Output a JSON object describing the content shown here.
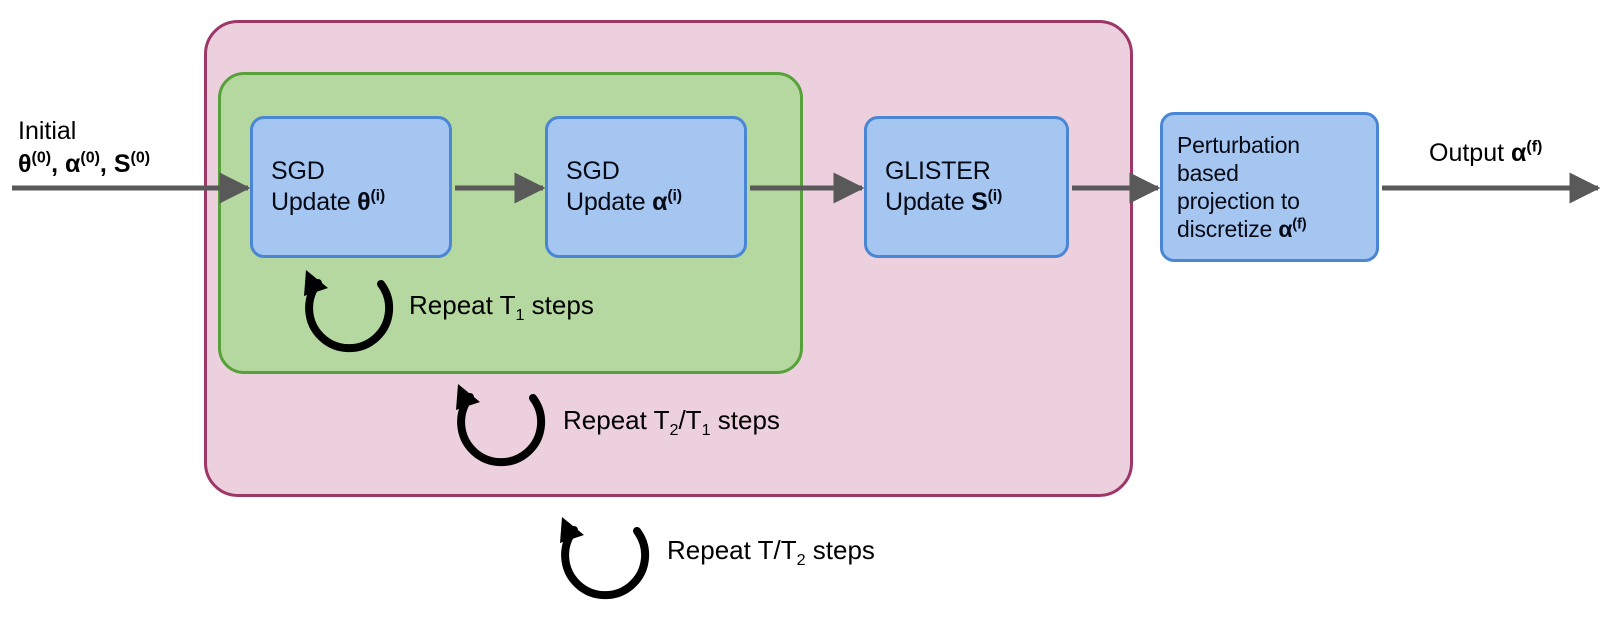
{
  "diagram": {
    "title": "GLISTER training loop diagram",
    "colors": {
      "outer_container_fill": "#edd0de",
      "outer_container_border": "#9c3768",
      "inner_container_fill": "#b4d8a0",
      "inner_container_border": "#57a13b",
      "process_box_fill": "#a6c6f2",
      "process_box_border": "#4a86d4",
      "arrow": "#595959",
      "text": "#000000"
    },
    "input": {
      "line1": "Initial",
      "line2_parts": [
        {
          "sym": "θ",
          "sup": "(0)"
        },
        {
          "sym": "α",
          "sup": "(0)"
        },
        {
          "sym": "S",
          "sup": "(0)"
        }
      ],
      "line2_plain": "θ(0), α(0), S(0)"
    },
    "output": {
      "label": "Output",
      "symbol": "α",
      "superscript": "(f)",
      "plain": "Output α(f)"
    },
    "boxes": [
      {
        "id": "sgd-theta",
        "line1": "SGD",
        "line2_prefix": "Update ",
        "line2_symbol": "θ",
        "line2_superscript": "(i)",
        "plain": "SGD Update θ(i)"
      },
      {
        "id": "sgd-alpha",
        "line1": "SGD",
        "line2_prefix": "Update ",
        "line2_symbol": "α",
        "line2_superscript": "(i)",
        "plain": "SGD Update α(i)"
      },
      {
        "id": "glister",
        "line1": "GLISTER",
        "line2_prefix": "Update ",
        "line2_symbol": "S",
        "line2_superscript": "(i)",
        "plain": "GLISTER Update S(i)"
      },
      {
        "id": "perturb",
        "line1": "Perturbation",
        "line2": "based",
        "line3": "projection to",
        "line4_prefix": "discretize ",
        "line4_symbol": "α",
        "line4_superscript": "(f)",
        "plain": "Perturbation based projection to discretize α(f)"
      }
    ],
    "loops": [
      {
        "id": "repeat-t1",
        "prefix": "Repeat T",
        "subscript": "1",
        "suffix": " steps",
        "plain": "Repeat T1 steps",
        "icon": "circular-loop-arrow"
      },
      {
        "id": "repeat-t2-t1",
        "prefix": "Repeat T",
        "subscript": "2",
        "middle": "/T",
        "subscript2": "1",
        "suffix": " steps",
        "plain": "Repeat T2/T1 steps",
        "icon": "circular-loop-arrow"
      },
      {
        "id": "repeat-t-t2",
        "prefix": "Repeat T/T",
        "subscript": "2",
        "suffix": " steps",
        "plain": "Repeat T/T2 steps",
        "icon": "circular-loop-arrow"
      }
    ]
  }
}
